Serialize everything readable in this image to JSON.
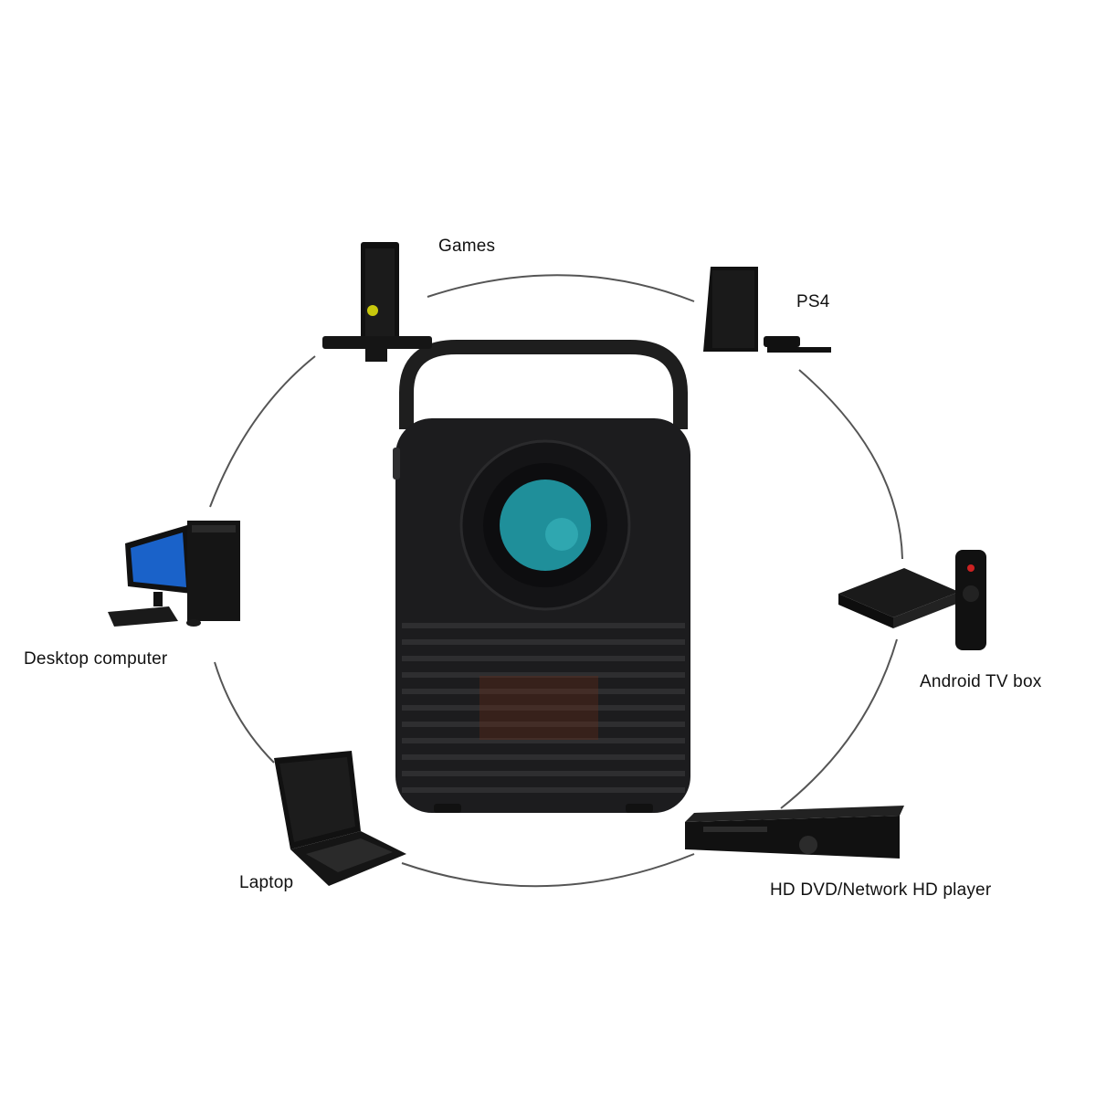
{
  "devices": [
    {
      "id": "games",
      "label": "Games",
      "icon": "game-console-icon"
    },
    {
      "id": "ps4",
      "label": "PS4",
      "icon": "ps4-console-icon"
    },
    {
      "id": "android",
      "label": "Android TV box",
      "icon": "android-tv-box-icon"
    },
    {
      "id": "dvd",
      "label": "HD DVD/Network HD player",
      "icon": "dvd-player-icon"
    },
    {
      "id": "laptop",
      "label": "Laptop",
      "icon": "laptop-icon"
    },
    {
      "id": "desktop",
      "label": "Desktop computer",
      "icon": "desktop-computer-icon"
    }
  ],
  "center": {
    "icon": "projector-icon"
  },
  "colors": {
    "ring": "#555555",
    "device": "#1a1a1a",
    "lens": "#1f8f9a"
  }
}
